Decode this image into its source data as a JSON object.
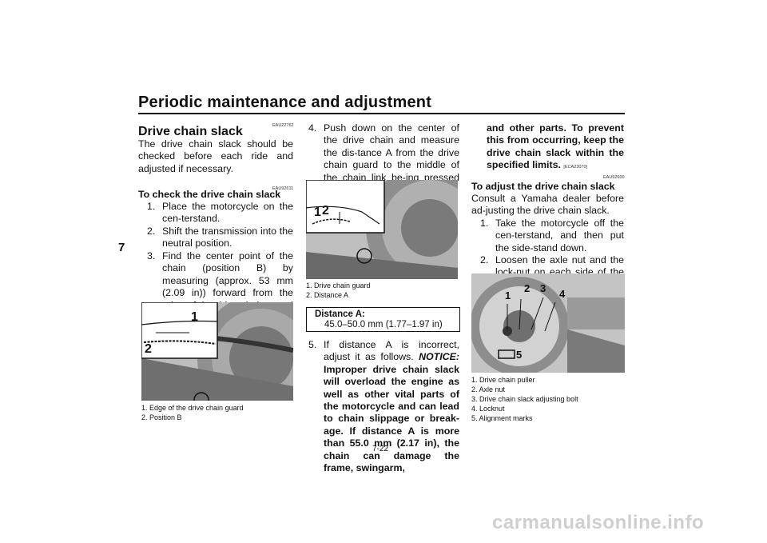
{
  "header": {
    "title": "Periodic maintenance and adjustment",
    "tab": "7"
  },
  "col1": {
    "section_code": "EAU22762",
    "section_title": "Drive chain slack",
    "intro": "The drive chain slack should be checked before each ride and adjusted if necessary.",
    "check_code": "EAU92611",
    "check_title": "To check the drive chain slack",
    "steps": [
      {
        "n": "1.",
        "text": "Place the motorcycle on the cen-terstand."
      },
      {
        "n": "2.",
        "text": "Shift the transmission into the neutral position."
      },
      {
        "n": "3.",
        "text": "Find the center point of the chain (position B) by measuring (approx. 53 mm (2.09 in)) forward from the edge of the drive chain guard as shown."
      }
    ],
    "figure_labels": [
      "1",
      "2"
    ],
    "captions": [
      "1.  Edge of the drive chain guard",
      "2.  Position B"
    ]
  },
  "col2": {
    "step4": {
      "n": "4.",
      "text": "Push down on the center of the drive chain and measure the dis-tance A from the drive chain guard to the middle of the chain link be-ing pressed down at position B."
    },
    "figure_labels": [
      "1",
      "2"
    ],
    "captions": [
      "1.  Drive chain guard",
      "2.  Distance A"
    ],
    "distance_label": "Distance A:",
    "distance_value": "45.0–50.0 mm (1.77–1.97 in)",
    "step5": {
      "n": "5.",
      "text_plain": "If distance A is incorrect, adjust it as follows.",
      "notice": "NOTICE:",
      "text_bold": "Improper drive chain slack will overload the engine as well as other vital parts of the motorcycle and can lead to chain slippage or break-age. If distance A is more than 55.0 mm (2.17 in), the chain can damage the frame, swingarm,"
    }
  },
  "col3": {
    "continued_bold": "and other parts. To prevent this from occurring, keep the drive chain slack within the specified limits.",
    "caution_code": "[ECA23070]",
    "adjust_code": "EAU92600",
    "adjust_title": "To adjust the drive chain slack",
    "intro": "Consult a Yamaha dealer before ad-justing the drive chain slack.",
    "steps": [
      {
        "n": "1.",
        "text": "Take the motorcycle off the cen-terstand, and then put the side-stand down."
      },
      {
        "n": "2.",
        "text": "Loosen the axle nut and the lock-nut on each side of the swingarm."
      }
    ],
    "figure_labels": [
      "1",
      "2",
      "3",
      "4",
      "5"
    ],
    "captions": [
      "1.  Drive chain puller",
      "2.  Axle nut",
      "3.  Drive chain slack adjusting bolt",
      "4.  Locknut",
      "5.  Alignment marks"
    ]
  },
  "footer": {
    "page": "7-22"
  },
  "watermark": "carmanualsonline.info"
}
